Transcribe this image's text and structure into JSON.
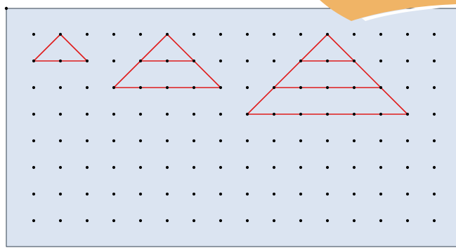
{
  "colors": {
    "board_fill": "#dbe4f1",
    "board_border": "#2f3e4d",
    "dot": "#000000",
    "triangle_line": "#e01b1b",
    "corner_tab": "#f0b466",
    "corner_tab_highlight": "#ffffff"
  },
  "grid": {
    "cols": 16,
    "rows": 8
  },
  "triangles": [
    {
      "label": "triangle-1",
      "apex": [
        1,
        0
      ],
      "levels": 1
    },
    {
      "label": "triangle-2",
      "apex": [
        5,
        0
      ],
      "levels": 2
    },
    {
      "label": "triangle-3",
      "apex": [
        11,
        0
      ],
      "levels": 3
    }
  ]
}
